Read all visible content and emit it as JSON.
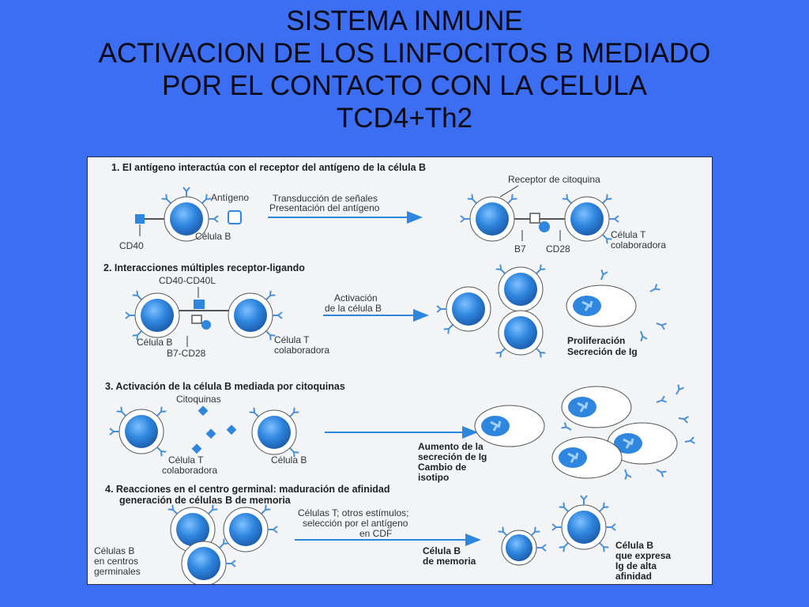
{
  "title": {
    "line1": "SISTEMA INMUNE",
    "line2": "ACTIVACION DE LOS LINFOCITOS B MEDIADO",
    "line3": "POR EL CONTACTO CON LA CELULA",
    "line4": "TCD4+Th2"
  },
  "colors": {
    "background": "#3b6ef2",
    "cell": "#2e86de",
    "arrow": "#2e86de",
    "panel": "#f3f4f6"
  },
  "step1": {
    "heading": "1. El antígeno interactúa con el receptor del antígeno de la célula B",
    "antigen": "Antígeno",
    "arrow_text1": "Transducción de señales",
    "arrow_text2": "Presentación del antígeno",
    "cytokine_receptor": "Receptor de citoquina",
    "cd40": "CD40",
    "b_cell": "Célula B",
    "b7": "B7",
    "cd28": "CD28",
    "t_cell_1": "Célula T",
    "t_cell_2": "colaboradora"
  },
  "step2": {
    "heading": "2. Interacciones múltiples receptor-ligando",
    "cd40_cd40l": "CD40-CD40L",
    "activation1": "Activación",
    "activation2": "de la célula B",
    "b_cell": "Célula B",
    "b7_cd28": "B7-CD28",
    "t_cell_1": "Célula T",
    "t_cell_2": "colaboradora",
    "result1": "Proliferación",
    "result2": "Secreción de Ig"
  },
  "step3": {
    "heading": "3. Activación de la célula B mediada por citoquinas",
    "cytokines": "Citoquinas",
    "t_cell_1": "Célula T",
    "t_cell_2": "colaboradora",
    "b_cell": "Célula B",
    "result1": "Aumento de la",
    "result2": "secreción de Ig",
    "result3": "Cambio de",
    "result4": "isotipo"
  },
  "step4": {
    "heading1": "4. Reacciones en el centro germinal: maduración de afinidad",
    "heading2": "generación de células B de memoria",
    "arrow_text1": "Células T; otros estímulos;",
    "arrow_text2": "selección por el antígeno",
    "arrow_text3": "en CDF",
    "gc1": "Células B",
    "gc2": "en centros",
    "gc3": "germinales",
    "memory1": "Célula B",
    "memory2": "de memoria",
    "high1": "Célula B",
    "high2": "que expresa",
    "high3": "Ig de alta",
    "high4": "afinidad"
  }
}
